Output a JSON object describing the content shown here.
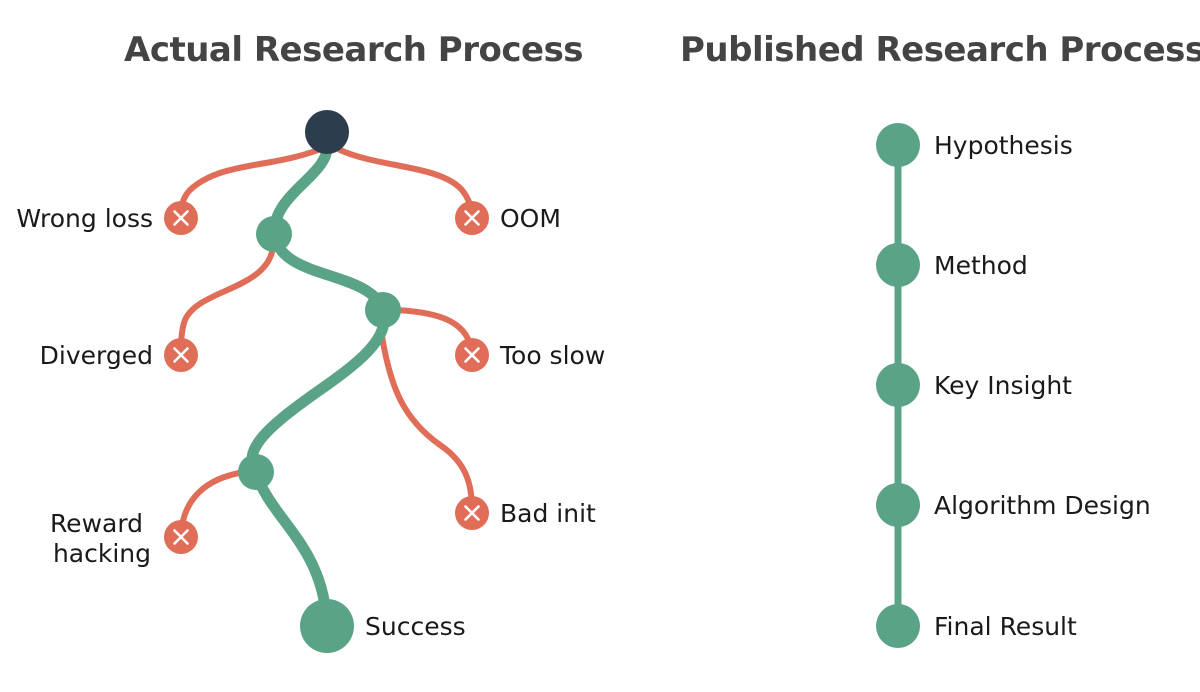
{
  "left": {
    "title": "Actual Research Process",
    "failures": [
      {
        "id": "wrong-loss",
        "label": "Wrong loss"
      },
      {
        "id": "oom",
        "label": "OOM"
      },
      {
        "id": "diverged",
        "label": "Diverged"
      },
      {
        "id": "too-slow",
        "label": "Too slow"
      },
      {
        "id": "bad-init",
        "label": "Bad init"
      },
      {
        "id": "reward-hacking",
        "label_lines": [
          "Reward",
          "hacking"
        ]
      }
    ],
    "success_label": "Success"
  },
  "right": {
    "title": "Published Research Process",
    "steps": [
      "Hypothesis",
      "Method",
      "Key Insight",
      "Algorithm Design",
      "Final Result"
    ]
  },
  "colors": {
    "success_path": "#5ba387",
    "failure_path": "#e06d57",
    "root_node": "#2c3e4d",
    "title_text": "#444444",
    "label_text": "#1a1a1a"
  },
  "icons": {
    "failure": "x-mark-icon"
  }
}
